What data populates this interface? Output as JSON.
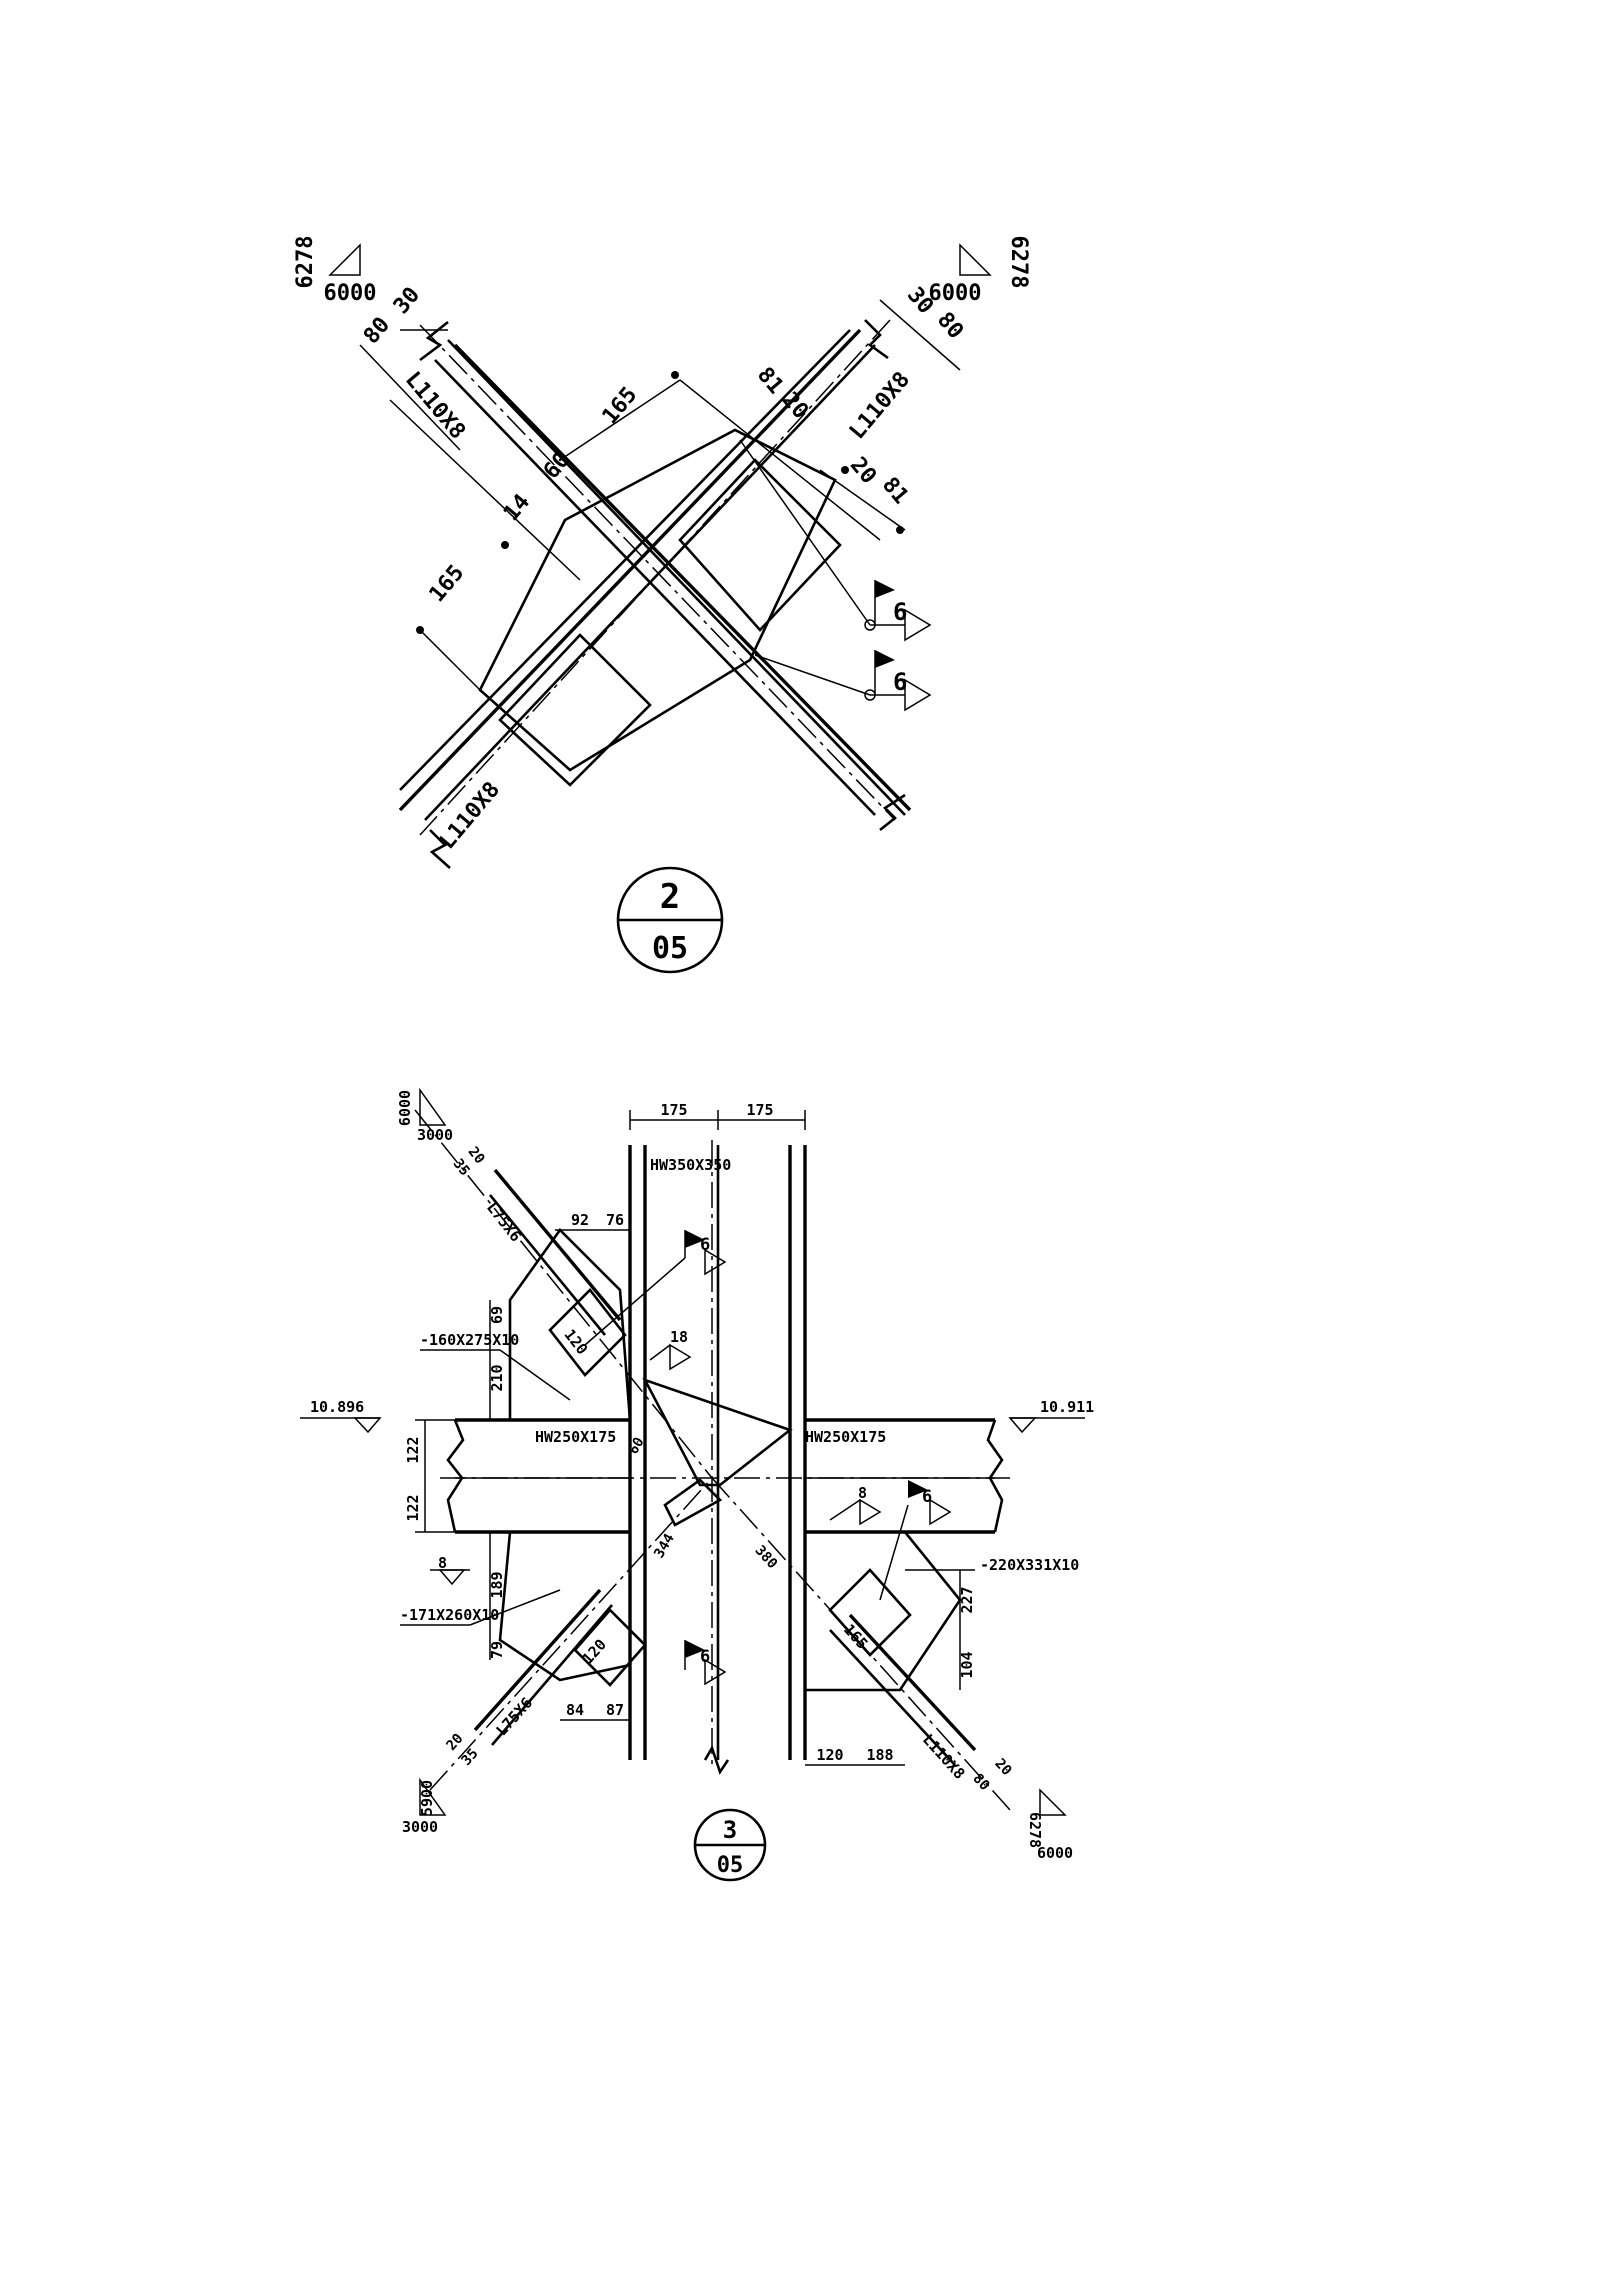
{
  "detail_2": {
    "callout": {
      "number": "2",
      "sheet": "05"
    },
    "slope_upper_left": {
      "rise": "6278",
      "run": "6000"
    },
    "slope_upper_right": {
      "rise": "6278",
      "run": "6000"
    },
    "member_labels": [
      "L110X8",
      "L110X8",
      "L110X8"
    ],
    "dims": {
      "d80_left": "80",
      "d30_left": "30",
      "d80_right": "80",
      "d30_right": "30",
      "d165_top": "165",
      "d81_top": "81",
      "d20_top": "20",
      "d60": "60",
      "d14": "14",
      "d165_left": "165",
      "d20_right": "20",
      "d81_right": "81"
    },
    "welds": [
      "6",
      "6"
    ]
  },
  "detail_3": {
    "callout": {
      "number": "3",
      "sheet": "05"
    },
    "slope_top_left": {
      "rise": "6000",
      "run": "3000"
    },
    "slope_bottom_left": {
      "rise": "5900",
      "run": "3000"
    },
    "slope_bottom_right": {
      "rise": "6278",
      "run": "6000"
    },
    "column_label": "HW350X350",
    "beam_left_label": "HW250X175",
    "beam_right_label": "HW250X175",
    "brace_labels": {
      "top_left": "L75X6",
      "bottom_left": "L75X6",
      "bottom_right": "L110X8"
    },
    "plate_labels": {
      "upper_left": "-160X275X10",
      "lower_left": "-171X260X10",
      "right": "-220X331X10"
    },
    "elevations": {
      "left": "10.896",
      "right": "10.911"
    },
    "dims": {
      "d175_left": "175",
      "d175_right": "175",
      "d92": "92",
      "d76": "76",
      "d69": "69",
      "d210": "210",
      "d122_top": "122",
      "d122_bot": "122",
      "d189": "189",
      "d79": "79",
      "d84": "84",
      "d87": "87",
      "d227": "227",
      "d104": "104",
      "d120_right": "120",
      "d188": "188",
      "d20_tl": "20",
      "d35_tl": "35",
      "d20_bl": "20",
      "d35_bl": "35",
      "d80_br": "80",
      "d20_br": "20",
      "d120_plate_top": "120",
      "d120_plate_bot": "120",
      "d165_plate_right": "165",
      "d60_center": "60",
      "d344": "344",
      "d380": "380"
    },
    "welds": {
      "top": "6",
      "right": "6",
      "bottom": "6",
      "fillet_18": "18",
      "fillet_8_left": "8",
      "fillet_8_right": "8"
    }
  }
}
